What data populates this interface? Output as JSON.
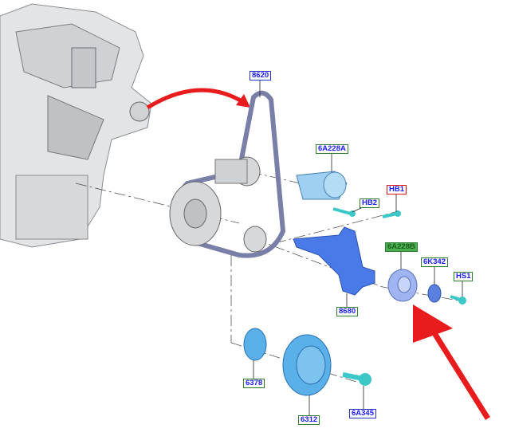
{
  "labels": {
    "belt": "8620",
    "tensioner_a": "6A228A",
    "bolt_hb2": "HB2",
    "bolt_hb1": "HB1",
    "tensioner_b": "6A228B",
    "washer": "6K342",
    "bolt_hs1": "HS1",
    "bracket": "8680",
    "spacer": "6378",
    "crank_pulley": "6312",
    "pulley_bolt": "6A345"
  },
  "colors": {
    "part_blue": "#5b8def",
    "part_light": "#8fc8f0",
    "bolt": "#3cc8c8",
    "arrow": "#e81c1c",
    "engine": "#d8dadc"
  }
}
